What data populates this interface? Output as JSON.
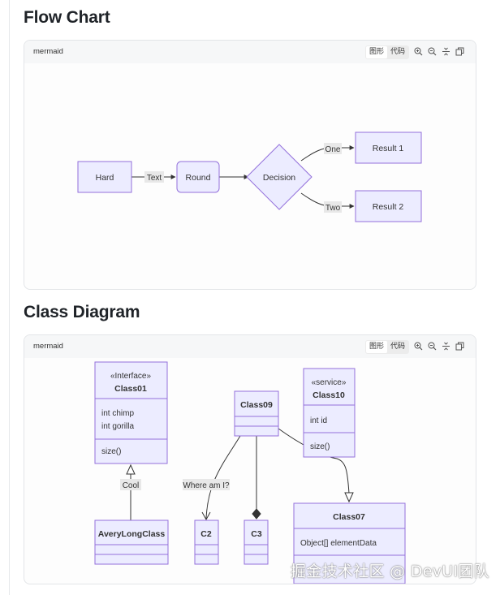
{
  "flow_section": {
    "title": "Flow Chart",
    "panel": {
      "lang": "mermaid",
      "tabs": [
        "图形",
        "代码"
      ]
    },
    "nodes": {
      "hard": "Hard",
      "round": "Round",
      "decision": "Decision",
      "result1": "Result 1",
      "result2": "Result 2"
    },
    "edges": {
      "text": "Text",
      "one": "One",
      "two": "Two"
    }
  },
  "class_section": {
    "title": "Class Diagram",
    "panel": {
      "lang": "mermaid",
      "tabs": [
        "图形",
        "代码"
      ]
    },
    "class01": {
      "stereotype": "«Interface»",
      "name": "Class01",
      "fields": [
        "int chimp",
        "int gorilla"
      ],
      "methods": [
        "size()"
      ]
    },
    "class09": {
      "name": "Class09"
    },
    "class10": {
      "stereotype": "«service»",
      "name": "Class10",
      "fields": [
        "int id"
      ],
      "methods": [
        "size()"
      ]
    },
    "avery": {
      "name": "AveryLongClass"
    },
    "c2": {
      "name": "C2"
    },
    "c3": {
      "name": "C3"
    },
    "class07": {
      "name": "Class07",
      "fields": [
        "Object[] elementData"
      ]
    },
    "edges": {
      "cool": "Cool",
      "where": "Where am I?"
    }
  },
  "watermark": "掘金技术社区 @ DevUI团队",
  "colors": {
    "node_fill": "#ECECFF",
    "node_stroke": "#9370DB",
    "edge": "#333333",
    "label_bg": "#e8e8e8"
  },
  "icons": [
    "zoom-in-icon",
    "zoom-out-icon",
    "fit-icon",
    "copy-icon"
  ]
}
